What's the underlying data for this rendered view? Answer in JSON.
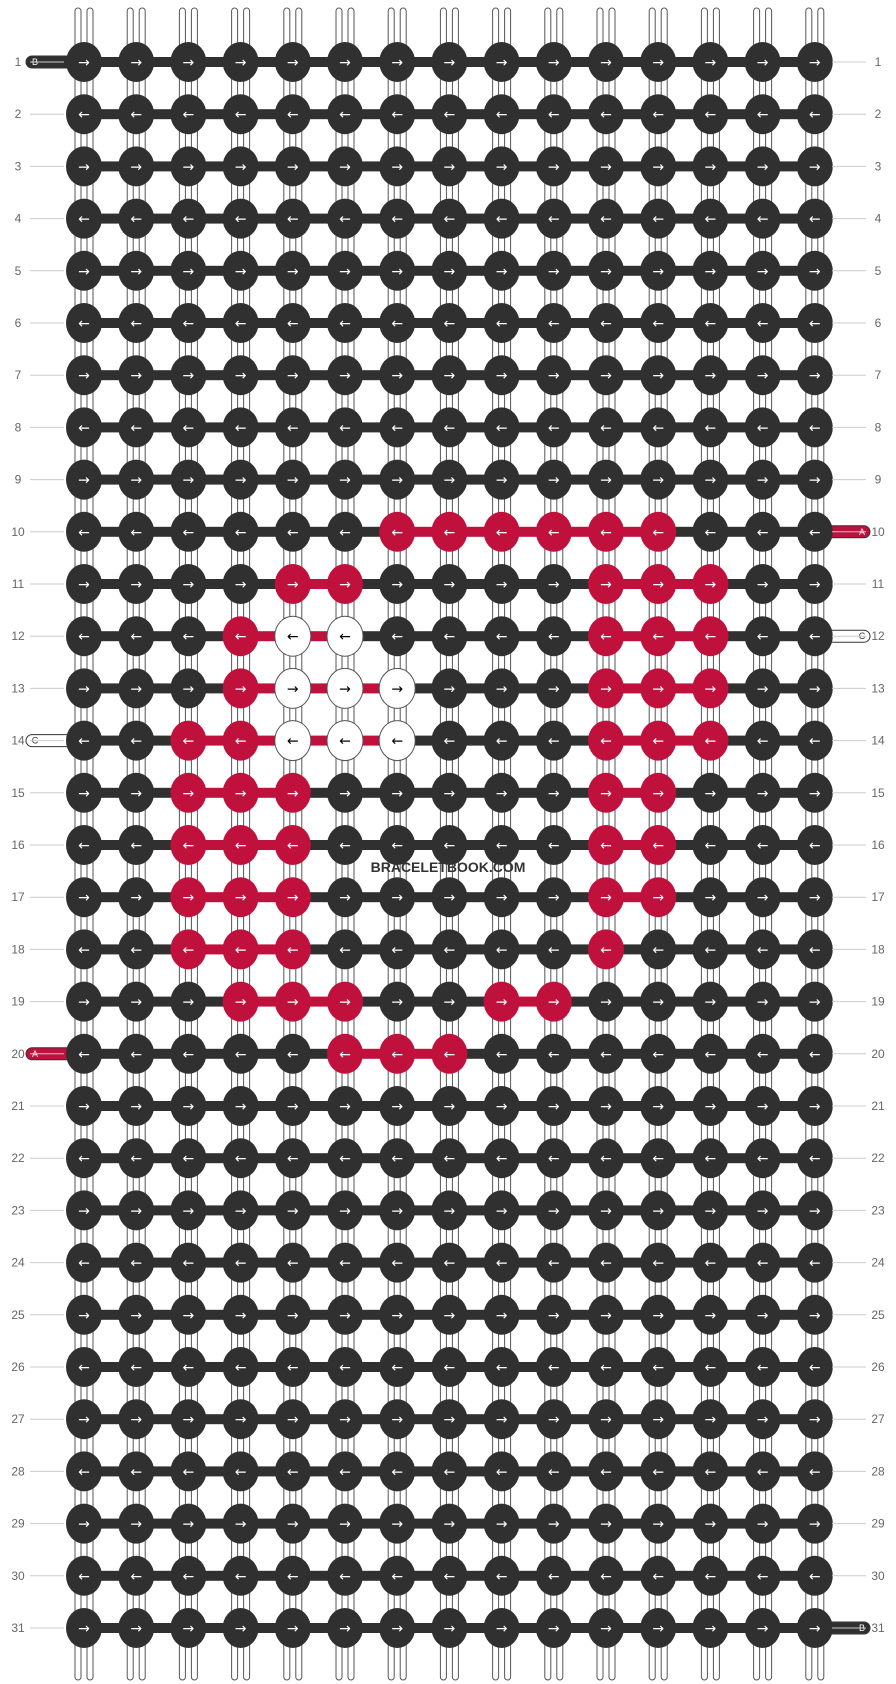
{
  "watermark": "BRACELETBOOK.COM",
  "colors": {
    "A": "#c0103c",
    "B": "#303030",
    "C": "#ffffff"
  },
  "thread_labels": {
    "left_top": "B",
    "right_top": "A",
    "right_mid": "C",
    "left_mid": "C",
    "left_bottom": "A",
    "right_bottom": "B"
  },
  "pattern": {
    "rows": 31,
    "knots_per_row": 15,
    "row_labels": [
      "1",
      "2",
      "3",
      "4",
      "5",
      "6",
      "7",
      "8",
      "9",
      "10",
      "11",
      "12",
      "13",
      "14",
      "15",
      "16",
      "17",
      "18",
      "19",
      "20",
      "21",
      "22",
      "23",
      "24",
      "25",
      "26",
      "27",
      "28",
      "29",
      "30",
      "31"
    ],
    "default_color": "B",
    "odd_row_arrow": "→",
    "even_row_arrow": "←",
    "colored_knots": [
      {
        "row": 10,
        "cols": [
          7,
          8,
          9,
          10,
          11,
          12
        ],
        "color": "A"
      },
      {
        "row": 11,
        "cols": [
          5,
          6,
          11,
          12,
          13
        ],
        "color": "A"
      },
      {
        "row": 12,
        "cols": [
          4,
          11,
          12,
          13
        ],
        "color": "A"
      },
      {
        "row": 12,
        "cols": [
          5,
          6
        ],
        "color": "C"
      },
      {
        "row": 13,
        "cols": [
          4,
          11,
          12,
          13
        ],
        "color": "A"
      },
      {
        "row": 13,
        "cols": [
          5,
          6,
          7
        ],
        "color": "C"
      },
      {
        "row": 14,
        "cols": [
          3,
          4,
          11,
          12,
          13
        ],
        "color": "A"
      },
      {
        "row": 14,
        "cols": [
          5,
          6,
          7
        ],
        "color": "C"
      },
      {
        "row": 15,
        "cols": [
          3,
          4,
          5,
          11,
          12
        ],
        "color": "A"
      },
      {
        "row": 16,
        "cols": [
          3,
          4,
          5,
          11,
          12
        ],
        "color": "A"
      },
      {
        "row": 17,
        "cols": [
          3,
          4,
          5,
          11,
          12
        ],
        "color": "A"
      },
      {
        "row": 18,
        "cols": [
          3,
          4,
          5,
          11
        ],
        "color": "A"
      },
      {
        "row": 19,
        "cols": [
          4,
          5,
          6,
          9,
          10
        ],
        "color": "A"
      },
      {
        "row": 20,
        "cols": [
          6,
          7,
          8
        ],
        "color": "A"
      }
    ]
  }
}
